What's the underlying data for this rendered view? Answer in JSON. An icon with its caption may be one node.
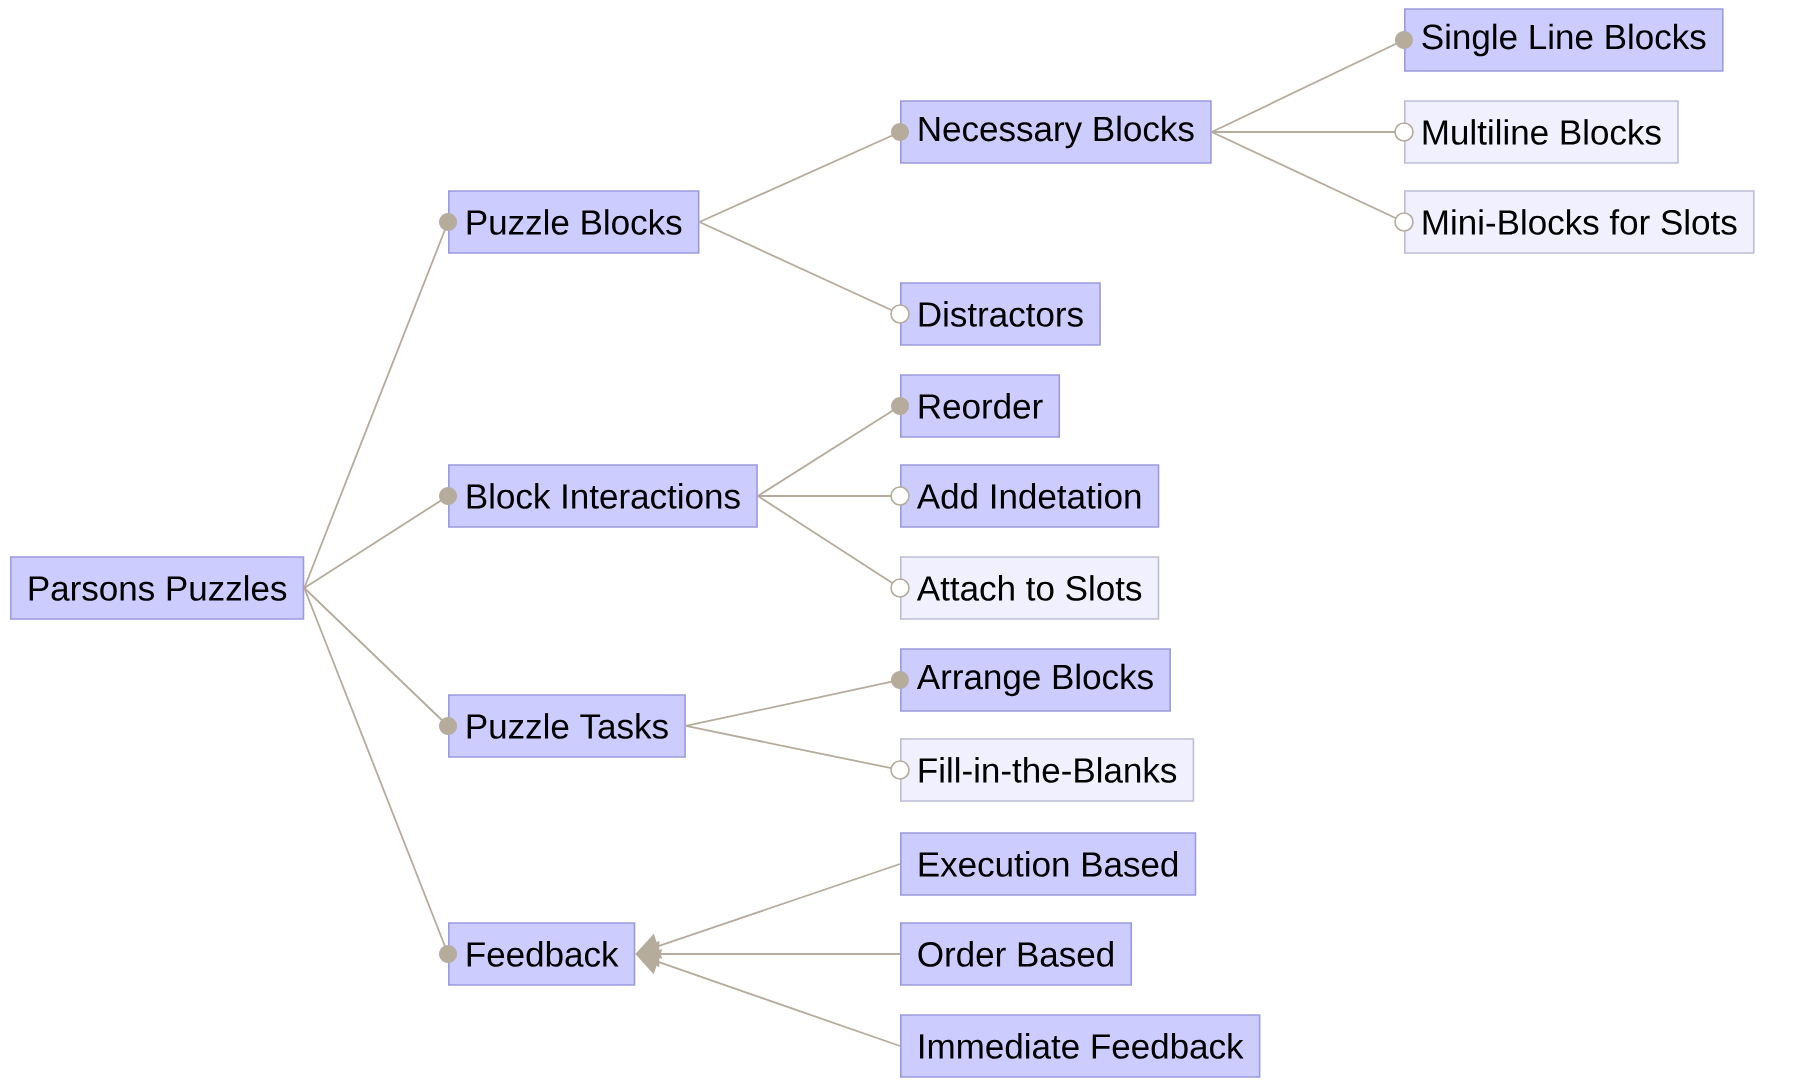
{
  "diagram": {
    "nodes": [
      {
        "text": [
          "Parsons Puzzles"
        ]
      },
      {
        "text": [
          "Puzzle Blocks"
        ]
      },
      {
        "text": [
          "Necessary Blocks"
        ]
      },
      {
        "text": [
          "Single Line Blocks"
        ]
      },
      {
        "text": [
          "Multiline Blocks"
        ]
      },
      {
        "text": [
          "Mini-Blocks for Slots"
        ]
      },
      {
        "text": [
          "Distractors"
        ]
      },
      {
        "text": [
          "Block Interactions"
        ]
      },
      {
        "text": [
          "Reorder"
        ]
      },
      {
        "text": [
          "Add Indetation"
        ]
      },
      {
        "text": [
          "Attach to Slots"
        ]
      },
      {
        "text": [
          "Puzzle Tasks"
        ]
      },
      {
        "text": [
          "Arrange Blocks"
        ]
      },
      {
        "text": [
          "Fill-in-the-Blanks"
        ]
      },
      {
        "text": [
          "Feedback"
        ]
      },
      {
        "text": [
          "Execution Based"
        ]
      },
      {
        "text": [
          "Order Based"
        ]
      },
      {
        "text": [
          "Immediate Feedback"
        ]
      }
    ],
    "edges": [
      {
        "from": 0,
        "to": 1,
        "arrow": "other"
      },
      {
        "from": 0,
        "to": 7,
        "arrow": "other"
      },
      {
        "from": 0,
        "to": 11,
        "arrow": "other"
      },
      {
        "from": 0,
        "to": 14,
        "arrow": "other"
      },
      {
        "from": 1,
        "to": 2,
        "arrow": "other"
      },
      {
        "from": 1,
        "to": 6,
        "arrow": "other"
      },
      {
        "from": 2,
        "to": 3,
        "arrow": "other"
      },
      {
        "from": 2,
        "to": 4,
        "arrow": "other"
      },
      {
        "from": 2,
        "to": 5,
        "arrow": "other"
      },
      {
        "from": 7,
        "to": 8,
        "arrow": "other"
      },
      {
        "from": 7,
        "to": 9,
        "arrow": "other"
      },
      {
        "from": 7,
        "to": 10,
        "arrow": "other"
      },
      {
        "from": 11,
        "to": 12,
        "arrow": "other"
      },
      {
        "from": 11,
        "to": 13,
        "arrow": "other"
      },
      {
        "from": 15,
        "to": 14,
        "arrow": "to"
      },
      {
        "from": 16,
        "to": 14,
        "arrow": "to"
      },
      {
        "from": 17,
        "to": 14,
        "arrow": "to"
      }
    ]
  }
}
